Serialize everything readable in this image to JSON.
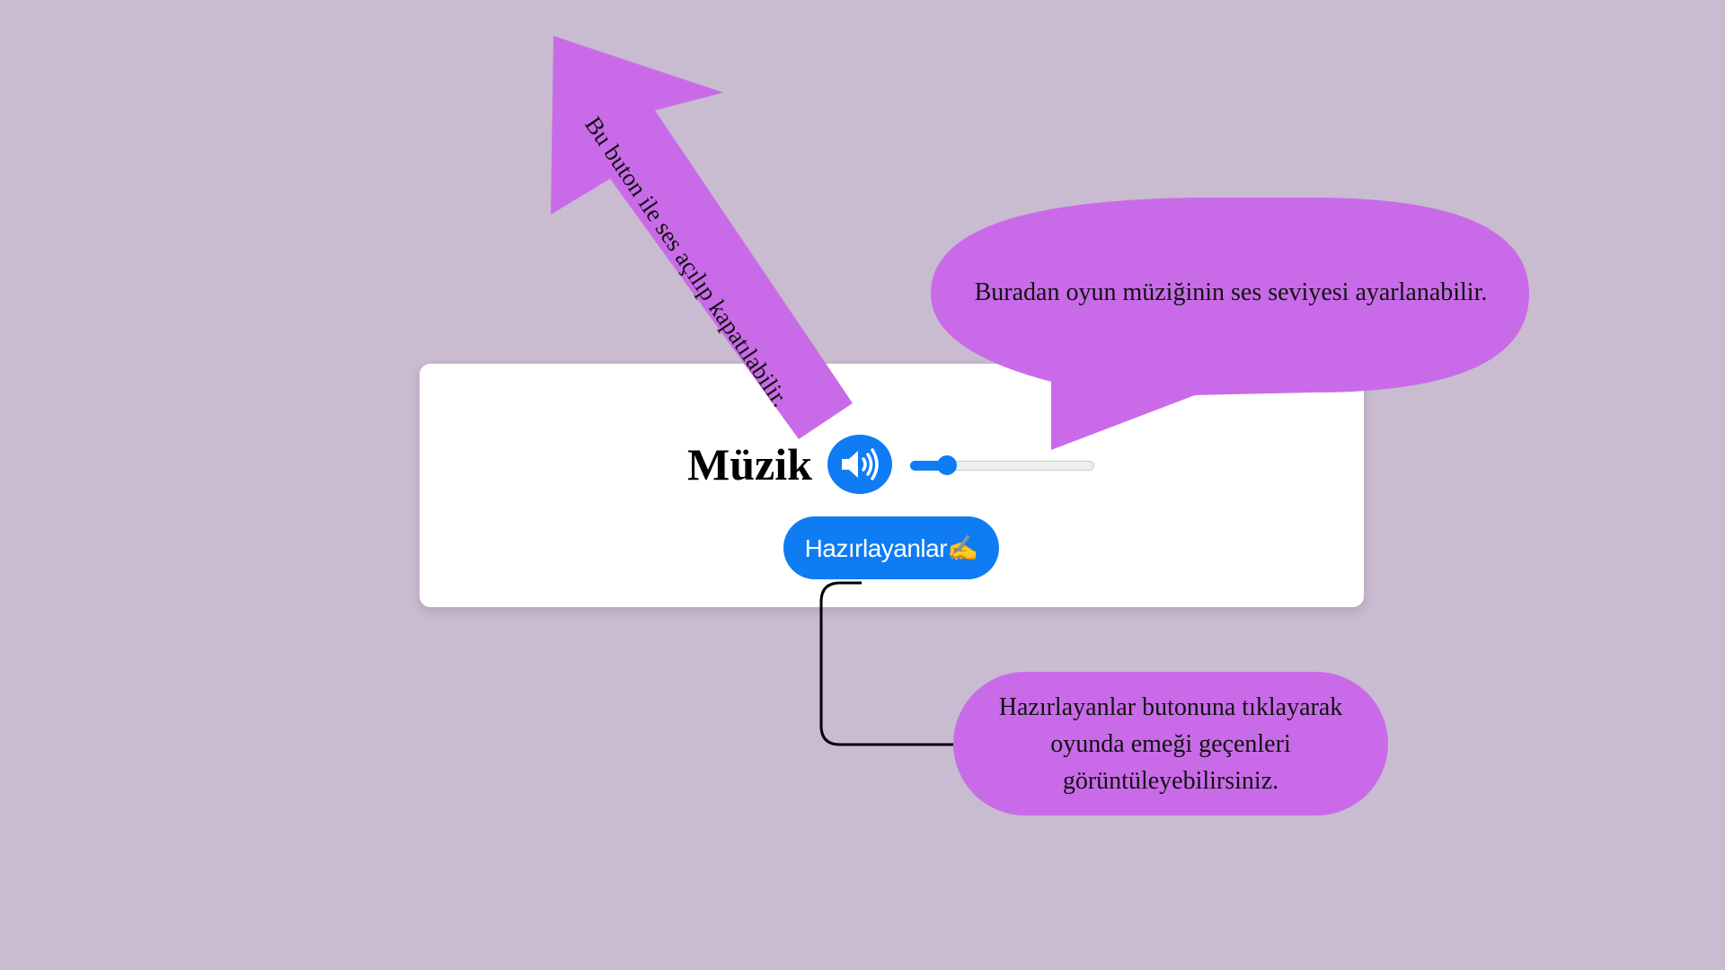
{
  "panel": {
    "title": "Müzik",
    "volume": 0.2,
    "sound_icon": "speaker-volume-icon",
    "credits_label": "Hazırlayanlar✍️"
  },
  "annotations": {
    "arrow_note": "Bu buton ile ses açılıp kapatılabilir.",
    "bubble_note": "Buradan oyun müziğinin ses seviyesi ayarlanabilir.",
    "credits_note_lines": [
      "Hazırlayanlar butonuna tıklayarak",
      "oyunda emeği geçenleri",
      "görüntüleyebilirsiniz."
    ]
  },
  "colors": {
    "background": "#c9bbd0",
    "accent_blue": "#0f7cf4",
    "callout_purple": "#c96be8"
  }
}
